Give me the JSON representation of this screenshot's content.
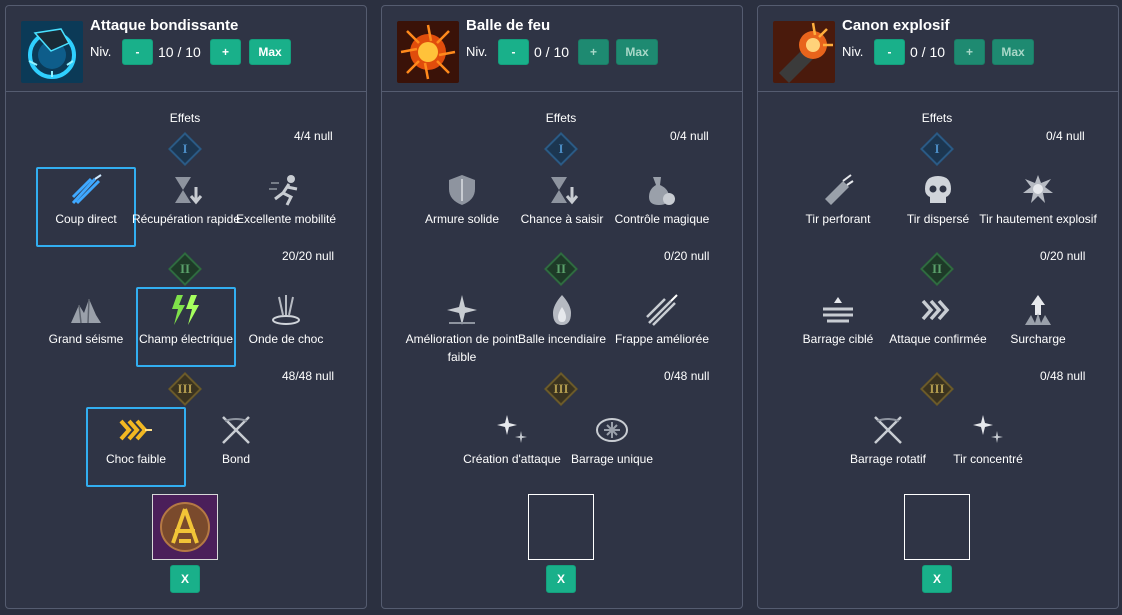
{
  "panels": [
    {
      "title": "Attaque bondissante",
      "niv_label": "Niv.",
      "level": "10 / 10",
      "minus": "-",
      "plus": "+",
      "max": "Max",
      "effets": "Effets",
      "tiers": [
        {
          "numeral": "I",
          "count": "4/4 null",
          "nodes": [
            "Coup direct",
            "Récupération rapide",
            "Excellente mobilité"
          ],
          "selected": 0
        },
        {
          "numeral": "II",
          "count": "20/20 null",
          "nodes": [
            "Grand séisme",
            "Champ électrique",
            "Onde de choc"
          ],
          "selected": 1
        },
        {
          "numeral": "III",
          "count": "48/48 null",
          "nodes": [
            "Choc faible",
            "Bond"
          ],
          "selected": 0
        }
      ],
      "close": "X"
    },
    {
      "title": "Balle de feu",
      "niv_label": "Niv.",
      "level": "0 / 10",
      "minus": "-",
      "plus": "+",
      "max": "Max",
      "effets": "Effets",
      "tiers": [
        {
          "numeral": "I",
          "count": "0/4 null",
          "nodes": [
            "Armure solide",
            "Chance à saisir",
            "Contrôle magique"
          ]
        },
        {
          "numeral": "II",
          "count": "0/20 null",
          "nodes": [
            "Amélioration de point faible",
            "Balle incendiaire",
            "Frappe améliorée"
          ]
        },
        {
          "numeral": "III",
          "count": "0/48 null",
          "nodes": [
            "Création d'attaque",
            "Barrage unique"
          ]
        }
      ],
      "close": "X"
    },
    {
      "title": "Canon explosif",
      "niv_label": "Niv.",
      "level": "0 / 10",
      "minus": "-",
      "plus": "+",
      "max": "Max",
      "effets": "Effets",
      "tiers": [
        {
          "numeral": "I",
          "count": "0/4 null",
          "nodes": [
            "Tir perforant",
            "Tir dispersé",
            "Tir hautement explosif"
          ]
        },
        {
          "numeral": "II",
          "count": "0/20 null",
          "nodes": [
            "Barrage ciblé",
            "Attaque confirmée",
            "Surcharge"
          ]
        },
        {
          "numeral": "III",
          "count": "0/48 null",
          "nodes": [
            "Barrage rotatif",
            "Tir concentré"
          ]
        }
      ],
      "close": "X"
    }
  ],
  "colors": {
    "accent": "#19b08a",
    "selected_border": "#32aef0",
    "panel_bg": "#2f3445"
  }
}
